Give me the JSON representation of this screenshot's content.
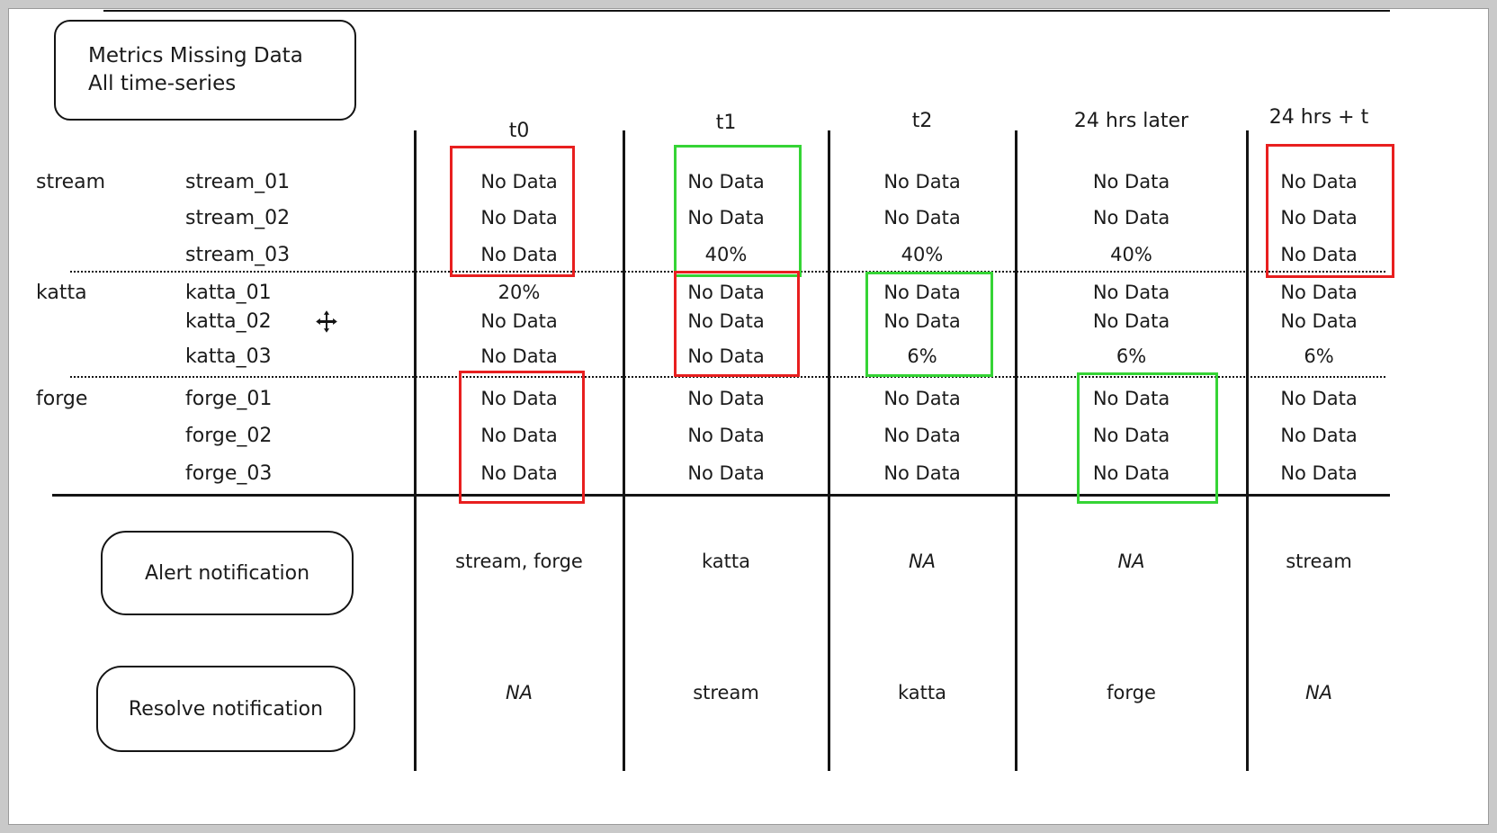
{
  "title": {
    "line1": "Metrics Missing Data",
    "line2": "All time-series"
  },
  "columns": [
    "t0",
    "t1",
    "t2",
    "24 hrs later",
    "24 hrs + t"
  ],
  "groups": [
    {
      "name": "stream",
      "rows": [
        {
          "label": "stream_01",
          "values": [
            "No Data",
            "No Data",
            "No Data",
            "No Data",
            "No Data"
          ]
        },
        {
          "label": "stream_02",
          "values": [
            "No Data",
            "No Data",
            "No Data",
            "No Data",
            "No Data"
          ]
        },
        {
          "label": "stream_03",
          "values": [
            "No Data",
            "40%",
            "40%",
            "40%",
            "No Data"
          ]
        }
      ]
    },
    {
      "name": "katta",
      "rows": [
        {
          "label": "katta_01",
          "values": [
            "20%",
            "No Data",
            "No Data",
            "No Data",
            "No Data"
          ]
        },
        {
          "label": "katta_02",
          "values": [
            "No Data",
            "No Data",
            "No Data",
            "No Data",
            "No Data"
          ]
        },
        {
          "label": "katta_03",
          "values": [
            "No Data",
            "No Data",
            "6%",
            "6%",
            "6%"
          ]
        }
      ]
    },
    {
      "name": "forge",
      "rows": [
        {
          "label": "forge_01",
          "values": [
            "No Data",
            "No Data",
            "No Data",
            "No Data",
            "No Data"
          ]
        },
        {
          "label": "forge_02",
          "values": [
            "No Data",
            "No Data",
            "No Data",
            "No Data",
            "No Data"
          ]
        },
        {
          "label": "forge_03",
          "values": [
            "No Data",
            "No Data",
            "No Data",
            "No Data",
            "No Data"
          ]
        }
      ]
    }
  ],
  "annotations": {
    "alert": {
      "label": "Alert notification",
      "values": [
        "stream, forge",
        "katta",
        "NA",
        "NA",
        "stream"
      ]
    },
    "resolve": {
      "label": "Resolve notification",
      "values": [
        "NA",
        "stream",
        "katta",
        "forge",
        "NA"
      ]
    }
  },
  "highlights": [
    {
      "target": "stream-t0",
      "color": "red"
    },
    {
      "target": "stream-t1",
      "color": "green"
    },
    {
      "target": "stream-24hrs-plus-t",
      "color": "red"
    },
    {
      "target": "katta-t1",
      "color": "red"
    },
    {
      "target": "katta-t2",
      "color": "green"
    },
    {
      "target": "forge-t0",
      "color": "red"
    },
    {
      "target": "forge-24hrs-later",
      "color": "green"
    }
  ],
  "colors": {
    "red": "#e81f1f",
    "green": "#35d435",
    "ink": "#141414"
  }
}
